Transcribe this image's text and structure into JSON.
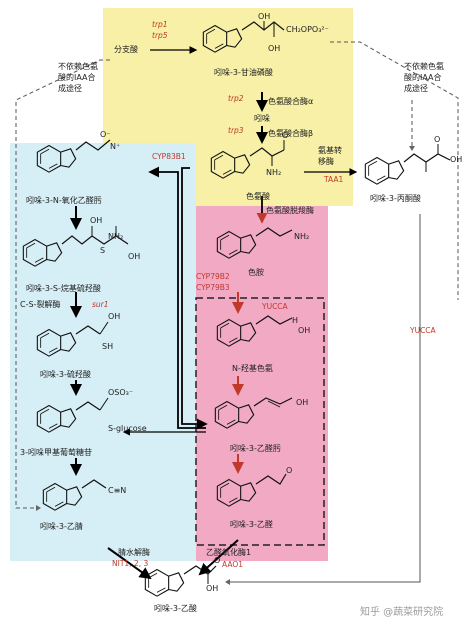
{
  "colors": {
    "yellow": "#f7f0a6",
    "blue": "#d6eef5",
    "pink": "#f2a9c4",
    "enzyme_red": "#c0392b",
    "watermark": "#9a9a9a"
  },
  "labels": {
    "branch_acid": "分支酸",
    "trp1": "trp1",
    "trp5": "trp5",
    "igp": "吲哚-3-甘油磷酸",
    "trp2": "trp2",
    "trp_synthase_a": "色氨酸合酶α",
    "indole": "吲哚",
    "trp3": "trp3",
    "trp_synthase_b": "色氨酸合酶β",
    "tryptophan": "色氨酸",
    "trp_independent_left_1": "不依赖色氨",
    "trp_independent_left_2": "酸的IAA合",
    "trp_independent_left_3": "成途径",
    "trp_independent_right_1": "不依赖色氨",
    "trp_independent_right_2": "酸的IAA合",
    "trp_independent_right_3": "成途径",
    "aminotransferase_1": "氨基转",
    "aminotransferase_2": "移酶",
    "taa1": "TAA1",
    "ipa": "吲哚-3-丙酮酸",
    "cyp83b1": "CYP83B1",
    "ian_oxide": "吲哚-3-N-氧化乙醛肟",
    "s_alkyl": "吲哚-3-S-烷基硫羟酸",
    "cs_lyase": "C-S-裂解酶",
    "sur1": "sur1",
    "thiohydroximate": "吲哚-3-硫羟酸",
    "s_glucose": "S-glucose",
    "glucosinolate": "3-吲哚甲基葡萄糖苷",
    "ian": "吲哚-3-乙腈",
    "nitrilase": "腈水解酶",
    "nit": "NIT1, 2, 3",
    "trp_decarboxylase": "色氨酸脱羧酶",
    "cyp79b2": "CYP79B2",
    "cyp79b3": "CYP79B3",
    "tryptamine": "色胺",
    "yucca_pink": "YUCCA",
    "n_hydroxy": "N-羟基色氨",
    "iaox": "吲哚-3-乙醛肟",
    "iaald": "吲哚-3-乙醛",
    "aldehyde_oxidase": "乙醛氧化酶1",
    "aao1": "AAO1",
    "yucca_right": "YUCCA",
    "iaa": "吲哚-3-乙酸",
    "watermark": "知乎 @蔬菜研究院"
  },
  "formula_labels": {
    "oh": "OH",
    "oh_o": "O",
    "po3": "CH₂OPO₃²⁻",
    "nh2": "NH₂",
    "n": "N",
    "h": "H",
    "o": "O",
    "s": "S",
    "sh": "SH",
    "oso3": "OSO₃⁻",
    "cn": "C≡N",
    "nplus": "N⁺",
    "ominus": "O⁻"
  }
}
